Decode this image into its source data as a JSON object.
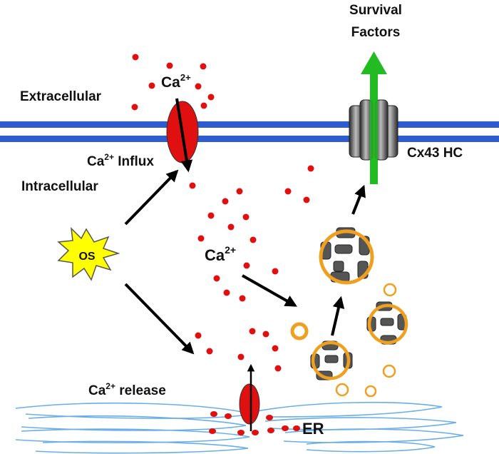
{
  "labels": {
    "survival_line1": "Survival",
    "survival_line2": "Factors",
    "extracellular": "Extracellular",
    "intracellular": "Intracellular",
    "ca_top": "Ca",
    "ca_top_sup": "2+",
    "influx_ca": "Ca",
    "influx_sup": "2+",
    "influx_word": " Influx",
    "ca_mid": "Ca",
    "ca_mid_sup": "2+",
    "release_ca": "Ca",
    "release_sup": "2+",
    "release_word": " release",
    "os": "OS",
    "cx43": "Cx43 HC",
    "er": "ER"
  },
  "colors": {
    "membrane": "#2f5bd0",
    "calcium": "#e01010",
    "vesicle": "#f0a020",
    "survival_arrow": "#22bb22",
    "os_burst": "#ffff00",
    "er_line": "#6aaee8",
    "connexin": "#555555"
  }
}
